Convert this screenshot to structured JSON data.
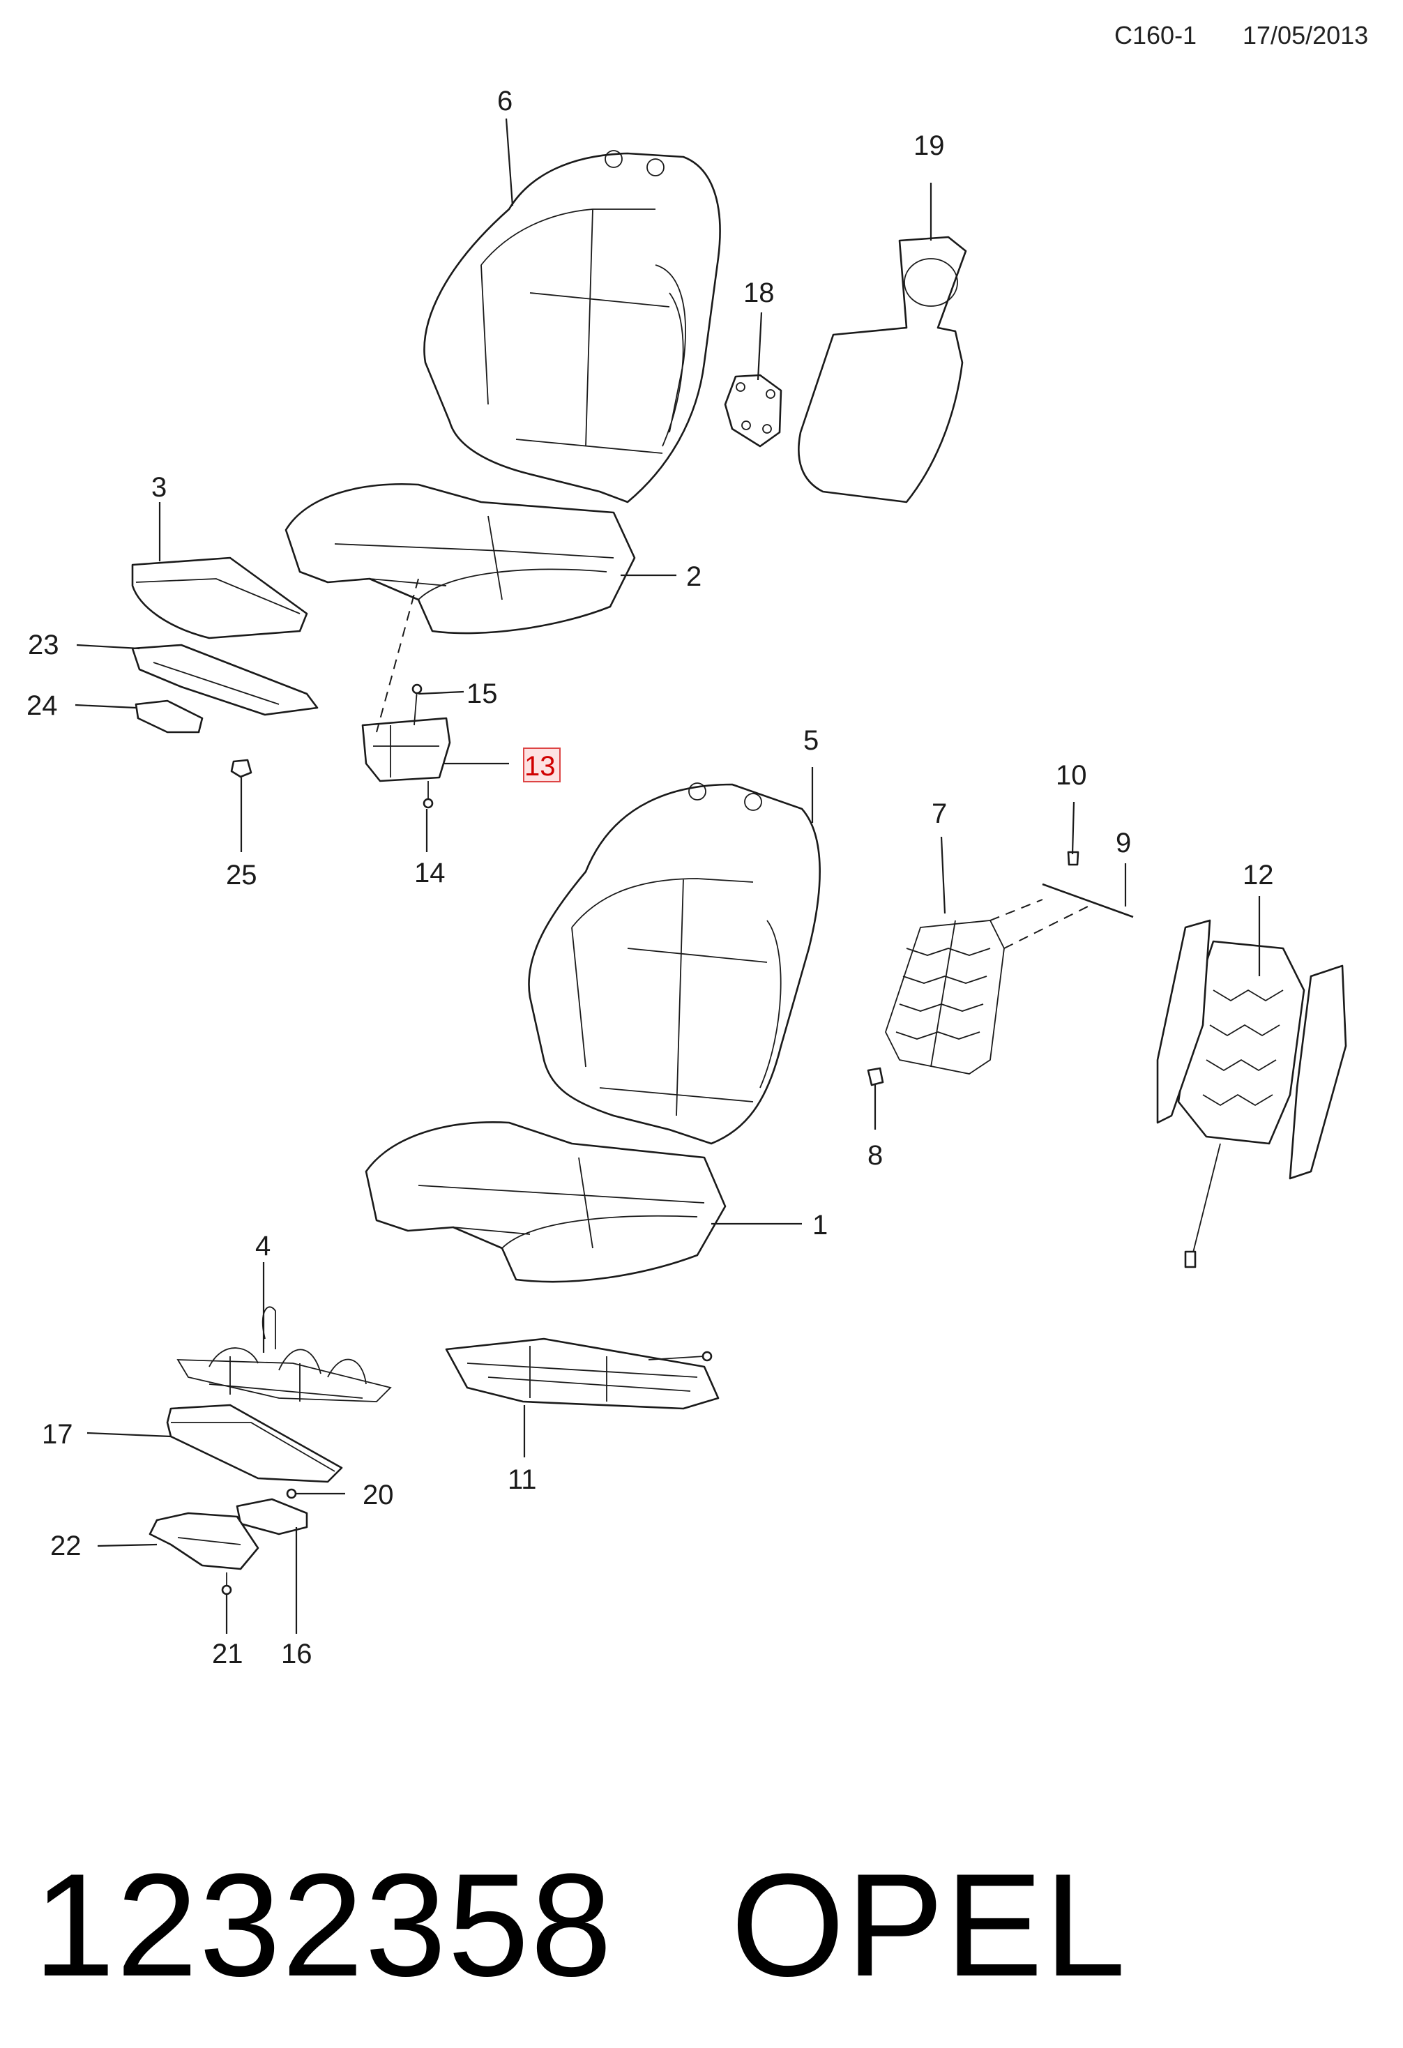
{
  "header": {
    "code": "C160-1",
    "date": "17/05/2013"
  },
  "callouts": [
    "1",
    "2",
    "3",
    "4",
    "5",
    "6",
    "7",
    "8",
    "9",
    "10",
    "11",
    "12",
    "13",
    "14",
    "15",
    "16",
    "17",
    "18",
    "19",
    "20",
    "21",
    "22",
    "23",
    "24",
    "25"
  ],
  "highlighted_callout": "13",
  "footer": {
    "part_number": "1232358",
    "brand": "OPEL"
  }
}
